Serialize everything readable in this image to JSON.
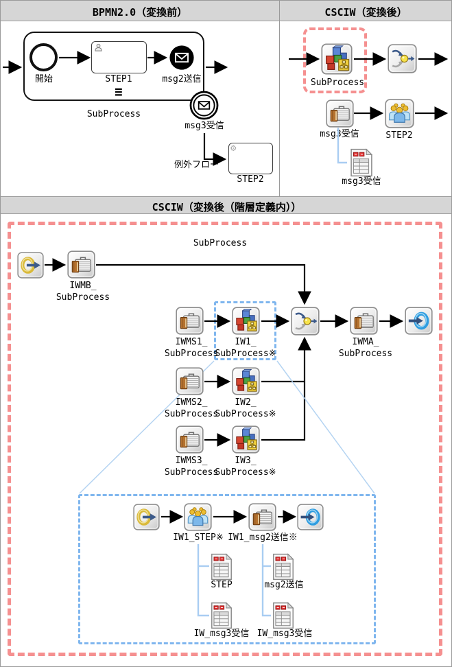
{
  "panel_bpmn": {
    "title": "BPMN2.0（変換前）",
    "start_label": "開始",
    "step1_label": "STEP1",
    "msg2_label": "msg2送信",
    "collapse_marker": "≡",
    "subprocess_label": "SubProcess",
    "msg3_label": "msg3受信",
    "exception_label": "例外フロー",
    "step2_label": "STEP2",
    "gear_glyph": "⚙"
  },
  "panel_csciw": {
    "title": "CSCIW（変換後）",
    "subprocess_label": "SubProcess",
    "msg3_label": "msg3受信",
    "step2_label": "STEP2",
    "msg3_doc_label": "msg3受信"
  },
  "panel_hier": {
    "title": "CSCIW（変換後（階層定義内））",
    "subprocess_label": "SubProcess",
    "iwmb_label": "IWMB_\nSubProcess",
    "iwms1_label": "IWMS1_\nSubProcess",
    "iw1_label": "IW1_\nSubProcess※",
    "iwma_label": "IWMA_\nSubProcess",
    "iwms2_label": "IWMS2_\nSubProcess",
    "iw2_label": "IW2_\nSubProcess※",
    "iwms3_label": "IWMS3_\nSubProcess",
    "iw3_label": "IW3_\nSubProcess※",
    "detail": {
      "iw1_step_label": "IW1_STEP※",
      "iw1_msg2_label": "IW1_msg2送信※",
      "step_doc_label": "STEP",
      "msg2_doc_label": "msg2送信",
      "iw_msg3_doc_left_label": "IW_msg3受信",
      "iw_msg3_doc_right_label": "IW_msg3受信"
    }
  },
  "colors": {
    "highlight_pink": "#f59090",
    "highlight_blue": "#7fb6ee",
    "connector_blue": "#a9cdf2",
    "header_bg": "#d6d6d6",
    "arrow_black": "#000000"
  }
}
